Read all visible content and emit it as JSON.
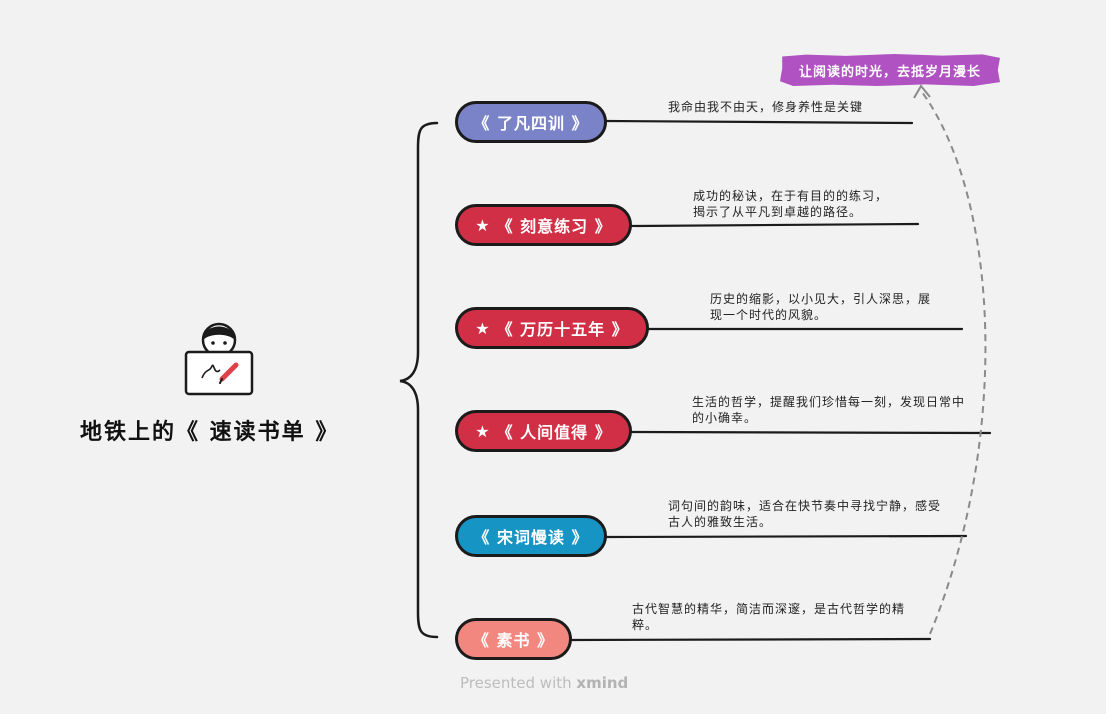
{
  "root": {
    "title": "地铁上的《 速读书单 》"
  },
  "slogan": "让阅读的时光，去抵岁月漫长",
  "footer": {
    "prefix": "Presented with",
    "brand": "xmind"
  },
  "topics": [
    {
      "label": "《 了凡四训 》",
      "starred": false,
      "color": "#7b83c8",
      "desc": [
        "我命由我不由天，修身养性是关键"
      ]
    },
    {
      "label": "《 刻意练习 》",
      "starred": true,
      "color": "#d12f45",
      "desc": [
        "成功的秘诀，在于有目的的练习，",
        "揭示了从平凡到卓越的路径。"
      ]
    },
    {
      "label": "《 万历十五年 》",
      "starred": true,
      "color": "#d12f45",
      "desc": [
        "历史的缩影，以小见大，引人深思，展",
        "现一个时代的风貌。"
      ]
    },
    {
      "label": "《 人间值得 》",
      "starred": true,
      "color": "#d12f45",
      "desc": [
        "生活的哲学，提醒我们珍惜每一刻，发现日常中",
        "的小确幸。"
      ]
    },
    {
      "label": "《 宋词慢读 》",
      "starred": false,
      "color": "#1694c4",
      "desc": [
        "词句间的韵味，适合在快节奏中寻找宁静，感受",
        "古人的雅致生活。"
      ]
    },
    {
      "label": "《 素书 》",
      "starred": false,
      "color": "#f2877f",
      "desc": [
        "古代智慧的精华，简洁而深邃，是古代哲学的精",
        "粹。"
      ]
    }
  ],
  "icons": {
    "star": "★"
  }
}
